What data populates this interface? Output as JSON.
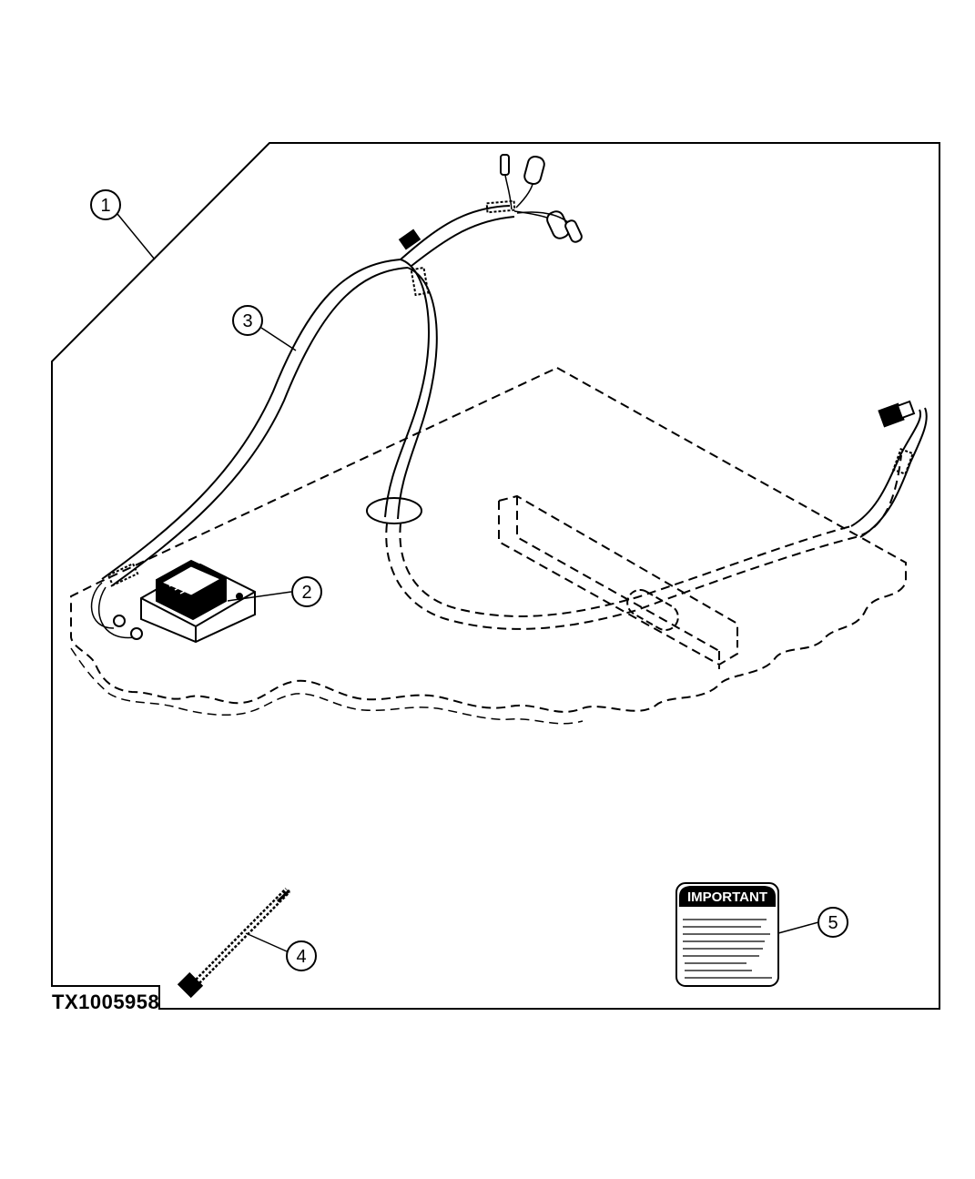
{
  "figure": {
    "id": "TX1005958"
  },
  "callouts": [
    {
      "number": "1",
      "part": "frame"
    },
    {
      "number": "2",
      "part": "module"
    },
    {
      "number": "3",
      "part": "harness"
    },
    {
      "number": "4",
      "part": "cable-tie"
    },
    {
      "number": "5",
      "part": "decal"
    }
  ],
  "decal": {
    "heading": "IMPORTANT"
  },
  "colors": {
    "ink": "#000000",
    "paper": "#ffffff"
  }
}
